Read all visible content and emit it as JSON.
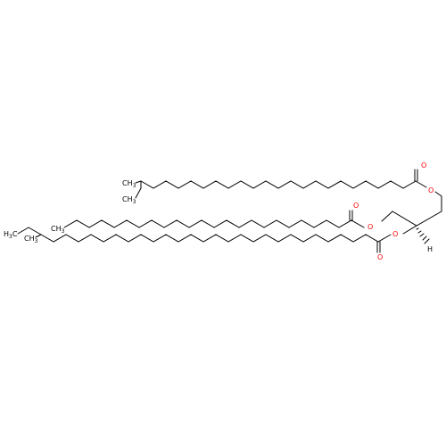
{
  "molecule": {
    "atoms": {
      "o_ester_top": "O",
      "o_carbonyl_top": "O",
      "o_ester_mid": "O",
      "o_carbonyl_mid": "O",
      "o_ester_bot": "O",
      "o_carbonyl_bot": "O",
      "h_stereo": "H"
    },
    "groups": {
      "top_ch3_upper": "CH",
      "top_ch3_upper_sub": "3",
      "top_ch3_lower": "CH",
      "top_ch3_lower_sub": "3",
      "mid_ch3": "CH",
      "mid_ch3_sub": "3",
      "bot_h3c": "H",
      "bot_h3c_sub": "3",
      "bot_h3c_c": "C",
      "bot_ch3": "CH",
      "bot_ch3_sub": "3"
    },
    "colors": {
      "bond": "#000000",
      "oxygen": "#ff0000",
      "hydrogen": "#000000"
    }
  }
}
